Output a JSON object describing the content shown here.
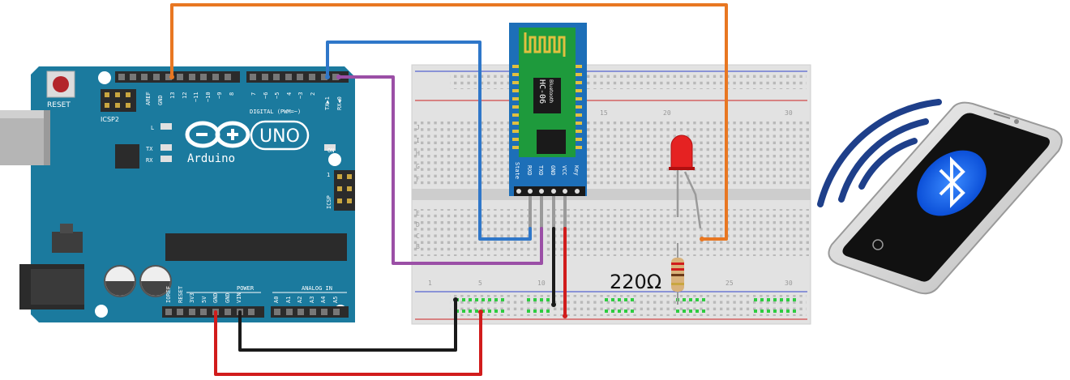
{
  "arduino": {
    "reset_label": "RESET",
    "icsp2_label": "ICSP2",
    "icsp_label": "ICSP",
    "aref": "AREF",
    "gnd": "GND",
    "pin13": "13",
    "pin12": "12",
    "pin11": "~11",
    "pin10": "~10",
    "pin9": "~9",
    "pin8": "8",
    "pin7": "7",
    "pin6": "~6",
    "pin5": "~5",
    "pin4": "4",
    "pin3": "~3",
    "pin2": "2",
    "tx1": "TX▶1",
    "rx0": "RX◀0",
    "digital_label": "DIGITAL (PWM=~)",
    "brand": "Arduino",
    "model": "UNO",
    "led_l": "L",
    "led_tx": "TX",
    "led_rx": "RX",
    "led_on": "ON",
    "icsp_pin1": "1",
    "power_label": "POWER",
    "analog_label": "ANALOG IN",
    "ioref": "IOREF",
    "reset_pin": "RESET",
    "v33": "3V3",
    "v5": "5V",
    "gnd1": "GND",
    "gnd2": "GND",
    "vin": "VIN",
    "a0": "A0",
    "a1": "A1",
    "a2": "A2",
    "a3": "A3",
    "a4": "A4",
    "a5": "A5"
  },
  "module": {
    "name": "HC-06",
    "sub": "Bluetooth",
    "pins": [
      "State",
      "RXD",
      "TXD",
      "GND",
      "VCC",
      "Key"
    ]
  },
  "breadboard": {
    "rows_top": [
      "J",
      "I",
      "H",
      "G",
      "F"
    ],
    "rows_bottom": [
      "E",
      "D",
      "C",
      "B",
      "A"
    ],
    "col_numbers": [
      "1",
      "5",
      "10",
      "15",
      "20",
      "25",
      "30"
    ]
  },
  "resistor": {
    "value": "220Ω"
  },
  "phone": {
    "icon": "bluetooth-icon"
  },
  "colors": {
    "board": "#1b7a9e",
    "wire_orange": "#e87722",
    "wire_blue": "#2f77c9",
    "wire_purple": "#9b4fa6",
    "wire_red": "#d11c1c",
    "wire_black": "#1a1a1a",
    "wave": "#1e3f8a"
  }
}
